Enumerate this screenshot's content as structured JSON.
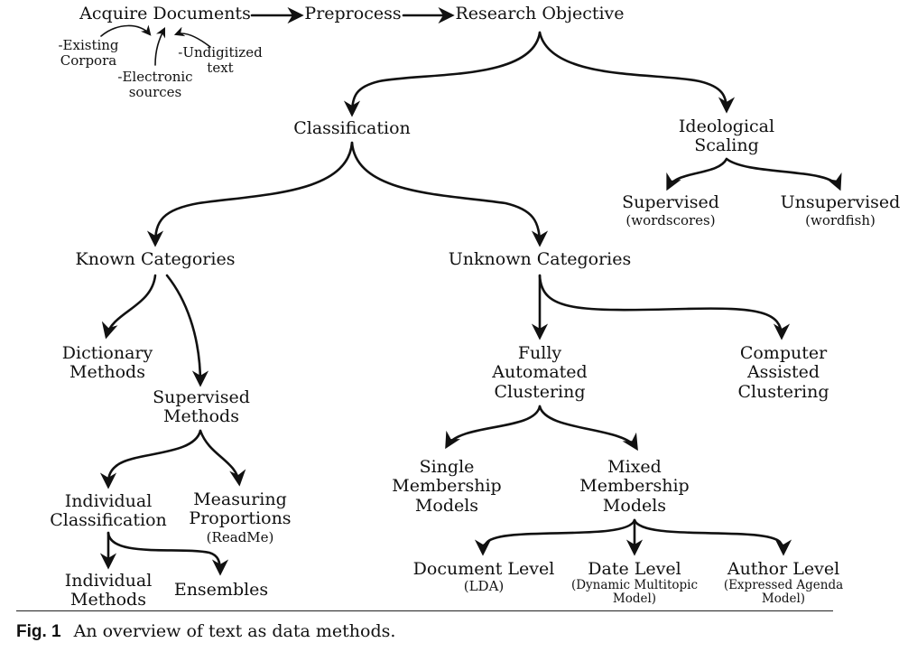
{
  "nodes": {
    "acquire": "Acquire Documents",
    "existing": [
      "-Existing",
      "Corpora"
    ],
    "electronic": [
      "-Electronic",
      "sources"
    ],
    "undigitized": [
      "-Undigitized",
      "text"
    ],
    "preprocess": "Preprocess",
    "research": "Research Objective",
    "classification": "Classification",
    "ideological": [
      "Ideological",
      "Scaling"
    ],
    "supervised_scaling": "Supervised",
    "wordscores": "(wordscores)",
    "unsupervised": "Unsupervised",
    "wordfish": "(wordfish)",
    "known": "Known Categories",
    "unknown": "Unknown Categories",
    "dictionary": [
      "Dictionary",
      "Methods"
    ],
    "supervised_methods": [
      "Supervised",
      "Methods"
    ],
    "fully_automated": [
      "Fully",
      "Automated",
      "Clustering"
    ],
    "computer_assisted": [
      "Computer",
      "Assisted",
      "Clustering"
    ],
    "individual_class": [
      "Individual",
      "Classification"
    ],
    "measuring": [
      "Measuring",
      "Proportions"
    ],
    "readme": "(ReadMe)",
    "individual_methods": [
      "Individual",
      "Methods"
    ],
    "ensembles": "Ensembles",
    "single": [
      "Single",
      "Membership",
      "Models"
    ],
    "mixed": [
      "Mixed",
      "Membership",
      "Models"
    ],
    "document_level": "Document Level",
    "lda": "(LDA)",
    "date_level": "Date Level",
    "dmm": [
      "(Dynamic Multitopic",
      "Model)"
    ],
    "author_level": "Author Level",
    "eam": [
      "(Expressed Agenda",
      "Model)"
    ]
  },
  "caption": {
    "label": "Fig. 1",
    "text": "An overview of text as data methods."
  }
}
